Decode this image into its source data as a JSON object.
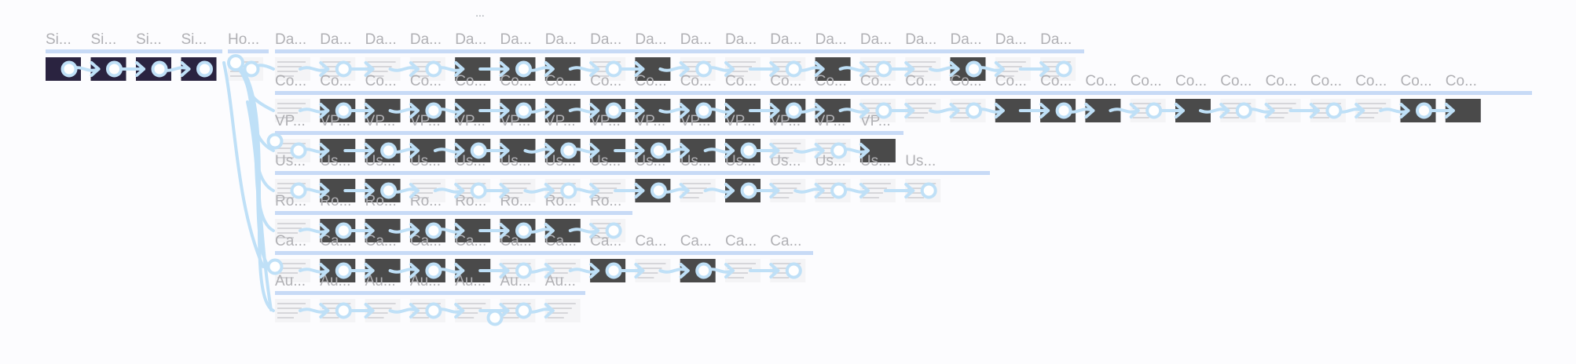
{
  "toolbar": {
    "more_label": "..."
  },
  "colors": {
    "edge": "#bfe0f7",
    "section_bar": "#c7daf6",
    "label": "#b0b0b4",
    "dark_thumb": "#4a4a4a",
    "background": "#fcfcfe"
  },
  "flows": [
    {
      "name": "sign-in",
      "frames": [
        "Si...",
        "Si...",
        "Si...",
        "Si..."
      ]
    },
    {
      "name": "home",
      "frames": [
        "Ho..."
      ]
    },
    {
      "name": "dashboard",
      "frames": [
        "Da...",
        "Da...",
        "Da...",
        "Da...",
        "Da...",
        "Da...",
        "Da...",
        "Da...",
        "Da...",
        "Da...",
        "Da...",
        "Da...",
        "Da...",
        "Da...",
        "Da...",
        "Da...",
        "Da...",
        "Da..."
      ]
    },
    {
      "name": "co",
      "frames": [
        "Co...",
        "Co...",
        "Co...",
        "Co...",
        "Co...",
        "Co...",
        "Co...",
        "Co...",
        "Co...",
        "Co...",
        "Co...",
        "Co...",
        "Co...",
        "Co...",
        "Co...",
        "Co...",
        "Co...",
        "Co...",
        "Co...",
        "Co...",
        "Co...",
        "Co...",
        "Co...",
        "Co...",
        "Co...",
        "Co...",
        "Co..."
      ]
    },
    {
      "name": "vp",
      "frames": [
        "VP...",
        "VP...",
        "VP...",
        "VP...",
        "VP...",
        "VP...",
        "VP...",
        "VP...",
        "VP...",
        "VP...",
        "VP...",
        "VP...",
        "VP...",
        "VP..."
      ]
    },
    {
      "name": "us",
      "frames": [
        "Us...",
        "Us...",
        "Us...",
        "Us...",
        "Us...",
        "Us...",
        "Us...",
        "Us...",
        "Us...",
        "Us...",
        "Us...",
        "Us...",
        "Us...",
        "Us...",
        "Us..."
      ]
    },
    {
      "name": "ro",
      "frames": [
        "Ro...",
        "Ro...",
        "Ro...",
        "Ro...",
        "Ro...",
        "Ro...",
        "Ro...",
        "Ro..."
      ]
    },
    {
      "name": "ca",
      "frames": [
        "Ca...",
        "Ca...",
        "Ca...",
        "Ca...",
        "Ca...",
        "Ca...",
        "Ca...",
        "Ca...",
        "Ca...",
        "Ca...",
        "Ca...",
        "Ca..."
      ]
    },
    {
      "name": "au",
      "frames": [
        "Au...",
        "Au...",
        "Au...",
        "Au...",
        "Au...",
        "Au...",
        "Au..."
      ]
    }
  ]
}
